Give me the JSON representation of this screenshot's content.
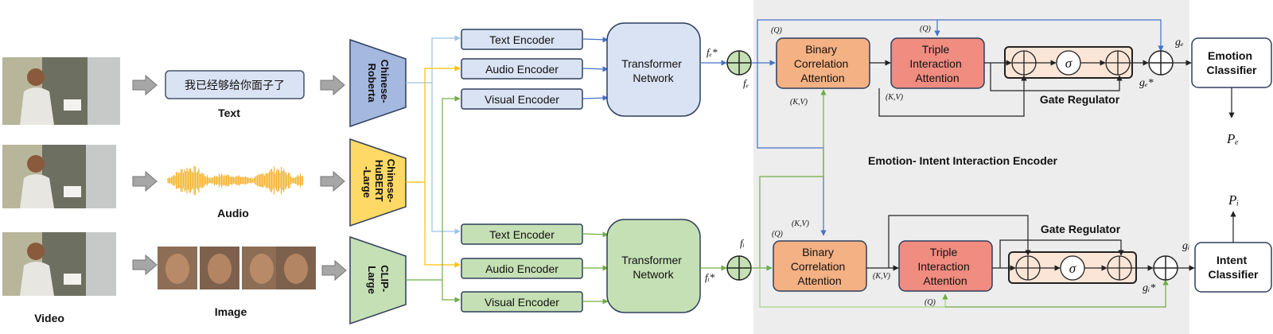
{
  "inputs": {
    "text_snippet": "我已经够给你面子了",
    "text_label": "Text",
    "audio_label": "Audio",
    "video_label": "Video",
    "image_label": "Image"
  },
  "backbones": {
    "roberta": [
      "Chinese-",
      "Roberta"
    ],
    "hubert": [
      "Chinese-",
      "HuBERT",
      "-Large"
    ],
    "clip": [
      "CLIP-",
      "Large"
    ]
  },
  "encoders": {
    "text": "Text Encoder",
    "audio": "Audio Encoder",
    "visual": "Visual Encoder"
  },
  "transformer": [
    "Transformer",
    "Network"
  ],
  "interaction": {
    "binary": [
      "Binary",
      "Correlation",
      "Attention"
    ],
    "triple": [
      "Triple",
      "Interaction",
      "Attention"
    ],
    "gate_regulator": "Gate Regulator",
    "sigma": "σ",
    "encoder_title": "Emotion- Intent Interaction Encoder",
    "q": "(Q)",
    "kv": "(K,V)"
  },
  "symbols": {
    "fe_star": "fₑ*",
    "fe": "fₑ",
    "fi": "fᵢ",
    "fi_star": "fᵢ*",
    "ge": "gₑ",
    "ge_star": "gₑ*",
    "gi": "gᵢ",
    "gi_star": "gᵢ*",
    "pe": "Pₑ",
    "pi": "Pᵢ"
  },
  "classifiers": {
    "emotion": [
      "Emotion",
      "Classifier"
    ],
    "intent": [
      "Intent",
      "Classifier"
    ]
  },
  "colors": {
    "text_fill": "#dae3f3",
    "text_stroke": "#4a5a78",
    "roberta_fill": "#a4b8e0",
    "hubert_fill": "#ffd966",
    "clip_fill": "#c5e0b4",
    "encoder_green": "#d5e8c8",
    "transformer_blue": "#dae3f3",
    "transformer_green": "#c5e0b4",
    "binary_fill": "#f4b183",
    "triple_fill": "#f08c80",
    "gate_fill": "#fbe5d6",
    "panel_bg": "#ededed",
    "blue_line": "#4472c4",
    "green_line": "#70ad47",
    "orange_line": "#ffc000",
    "light_blue_line": "#9dc3e6",
    "audio_wave": "#f5b52e"
  }
}
